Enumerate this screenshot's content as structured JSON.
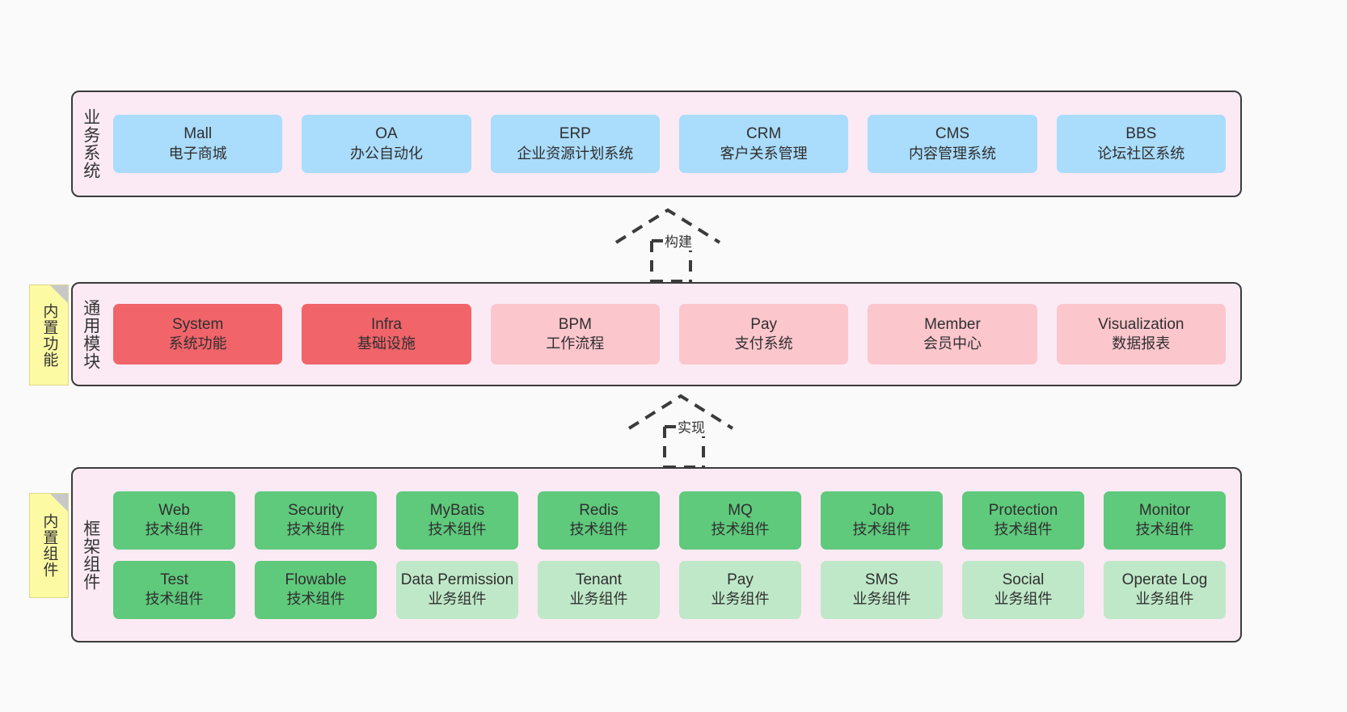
{
  "diagram": {
    "background_color": "#fafafa",
    "layer_fill": "#fbeaf4",
    "layer_border": "#3b3b3b"
  },
  "layers": [
    {
      "id": "business",
      "title": "业务系统",
      "card_color": "#aadcfb",
      "rows": [
        {
          "cards": [
            {
              "en": "Mall",
              "cn": "电子商城",
              "variant": "c-blue"
            },
            {
              "en": "OA",
              "cn": "办公自动化",
              "variant": "c-blue"
            },
            {
              "en": "ERP",
              "cn": "企业资源计划系统",
              "variant": "c-blue"
            },
            {
              "en": "CRM",
              "cn": "客户关系管理",
              "variant": "c-blue"
            },
            {
              "en": "CMS",
              "cn": "内容管理系统",
              "variant": "c-blue"
            },
            {
              "en": "BBS",
              "cn": "论坛社区系统",
              "variant": "c-blue"
            }
          ]
        }
      ]
    },
    {
      "id": "common",
      "title": "通用模块",
      "sticky": "内置功能",
      "rows": [
        {
          "cards": [
            {
              "en": "System",
              "cn": "系统功能",
              "variant": "c-red"
            },
            {
              "en": "Infra",
              "cn": "基础设施",
              "variant": "c-red"
            },
            {
              "en": "BPM",
              "cn": "工作流程",
              "variant": "c-pink"
            },
            {
              "en": "Pay",
              "cn": "支付系统",
              "variant": "c-pink"
            },
            {
              "en": "Member",
              "cn": "会员中心",
              "variant": "c-pink"
            },
            {
              "en": "Visualization",
              "cn": "数据报表",
              "variant": "c-pink"
            }
          ]
        }
      ]
    },
    {
      "id": "framework",
      "title": "框架组件",
      "sticky": "内置组件",
      "rows": [
        {
          "cards": [
            {
              "en": "Web",
              "cn": "技术组件",
              "variant": "c-green"
            },
            {
              "en": "Security",
              "cn": "技术组件",
              "variant": "c-green"
            },
            {
              "en": "MyBatis",
              "cn": "技术组件",
              "variant": "c-green"
            },
            {
              "en": "Redis",
              "cn": "技术组件",
              "variant": "c-green"
            },
            {
              "en": "MQ",
              "cn": "技术组件",
              "variant": "c-green"
            },
            {
              "en": "Job",
              "cn": "技术组件",
              "variant": "c-green"
            },
            {
              "en": "Protection",
              "cn": "技术组件",
              "variant": "c-green"
            },
            {
              "en": "Monitor",
              "cn": "技术组件",
              "variant": "c-green"
            }
          ]
        },
        {
          "cards": [
            {
              "en": "Test",
              "cn": "技术组件",
              "variant": "c-green"
            },
            {
              "en": "Flowable",
              "cn": "技术组件",
              "variant": "c-green"
            },
            {
              "en": "Data Permission",
              "cn": "业务组件",
              "variant": "c-lightgreen"
            },
            {
              "en": "Tenant",
              "cn": "业务组件",
              "variant": "c-lightgreen"
            },
            {
              "en": "Pay",
              "cn": "业务组件",
              "variant": "c-lightgreen"
            },
            {
              "en": "SMS",
              "cn": "业务组件",
              "variant": "c-lightgreen"
            },
            {
              "en": "Social",
              "cn": "业务组件",
              "variant": "c-lightgreen"
            },
            {
              "en": "Operate Log",
              "cn": "业务组件",
              "variant": "c-lightgreen"
            }
          ]
        }
      ]
    }
  ],
  "connectors": [
    {
      "id": "build",
      "label": "构建",
      "style": "dashed-generalization",
      "from": "common",
      "to": "business"
    },
    {
      "id": "impl",
      "label": "实现",
      "style": "dashed-generalization",
      "from": "framework",
      "to": "common"
    }
  ]
}
